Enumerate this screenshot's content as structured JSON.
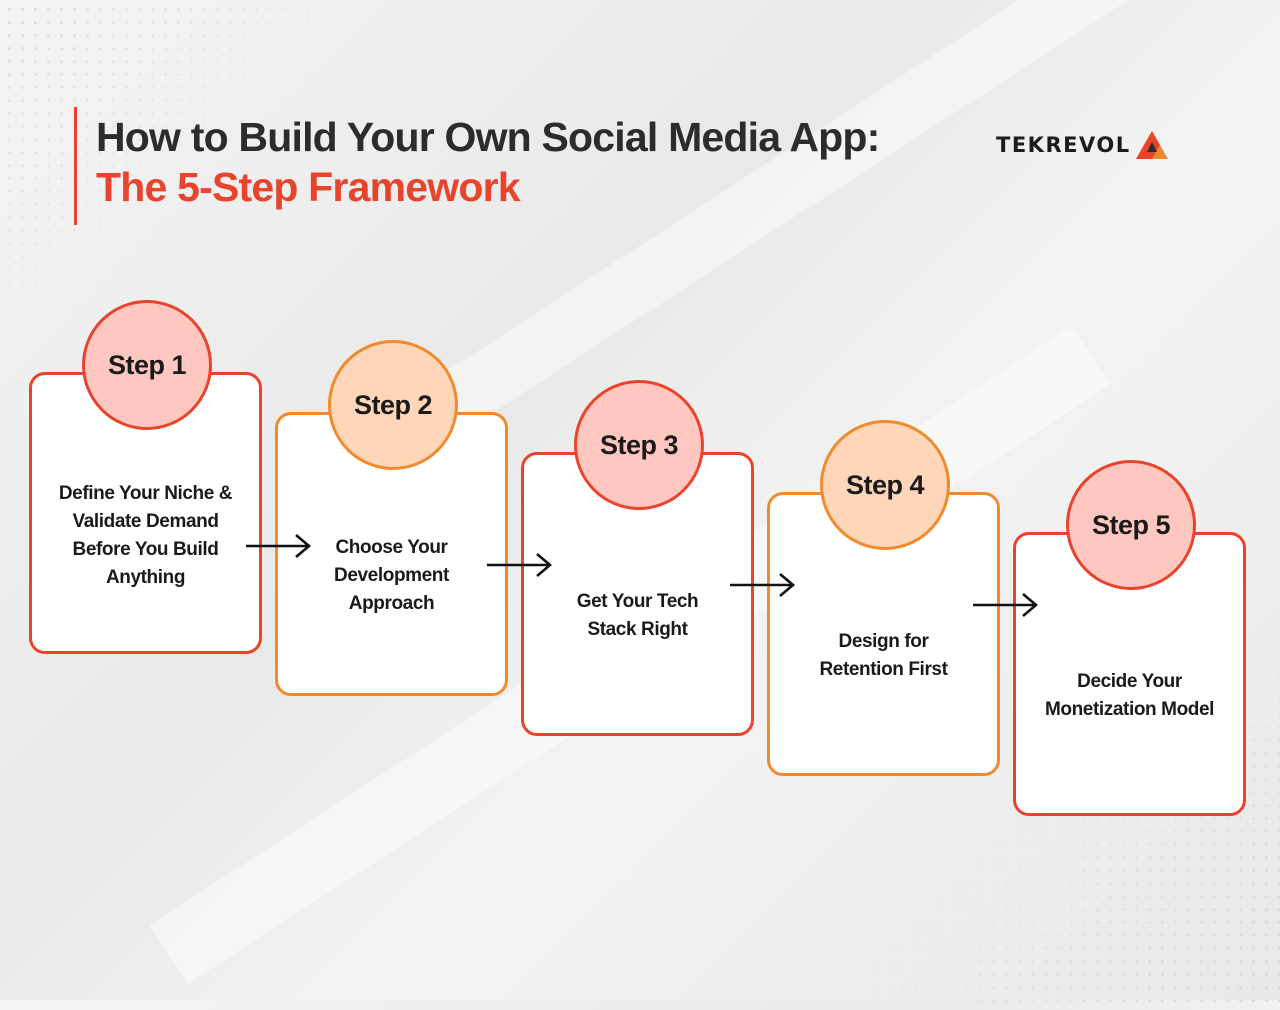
{
  "header": {
    "title_line1": "How to Build Your Own Social Media App:",
    "title_line2": "The 5-Step Framework"
  },
  "logo": {
    "text": "TEKREVOL",
    "mark_icon": "triangle-logo-icon"
  },
  "colors": {
    "accent_red": "#e8442c",
    "accent_orange": "#f18a2c",
    "circle_red_fill": "#ffc7c0",
    "circle_orange_fill": "#ffd6b8",
    "text_dark": "#2c2c2c"
  },
  "steps": [
    {
      "label": "Step 1",
      "text": "Define Your Niche & Validate Demand Before You Build Anything",
      "theme": "red"
    },
    {
      "label": "Step 2",
      "text": "Choose Your Development Approach",
      "theme": "orange"
    },
    {
      "label": "Step 3",
      "text": "Get Your Tech Stack Right",
      "theme": "red"
    },
    {
      "label": "Step 4",
      "text": "Design for Retention First",
      "theme": "orange"
    },
    {
      "label": "Step 5",
      "text": "Decide Your Monetization Model",
      "theme": "red"
    }
  ],
  "connectors": {
    "icon": "arrow-right-icon"
  }
}
